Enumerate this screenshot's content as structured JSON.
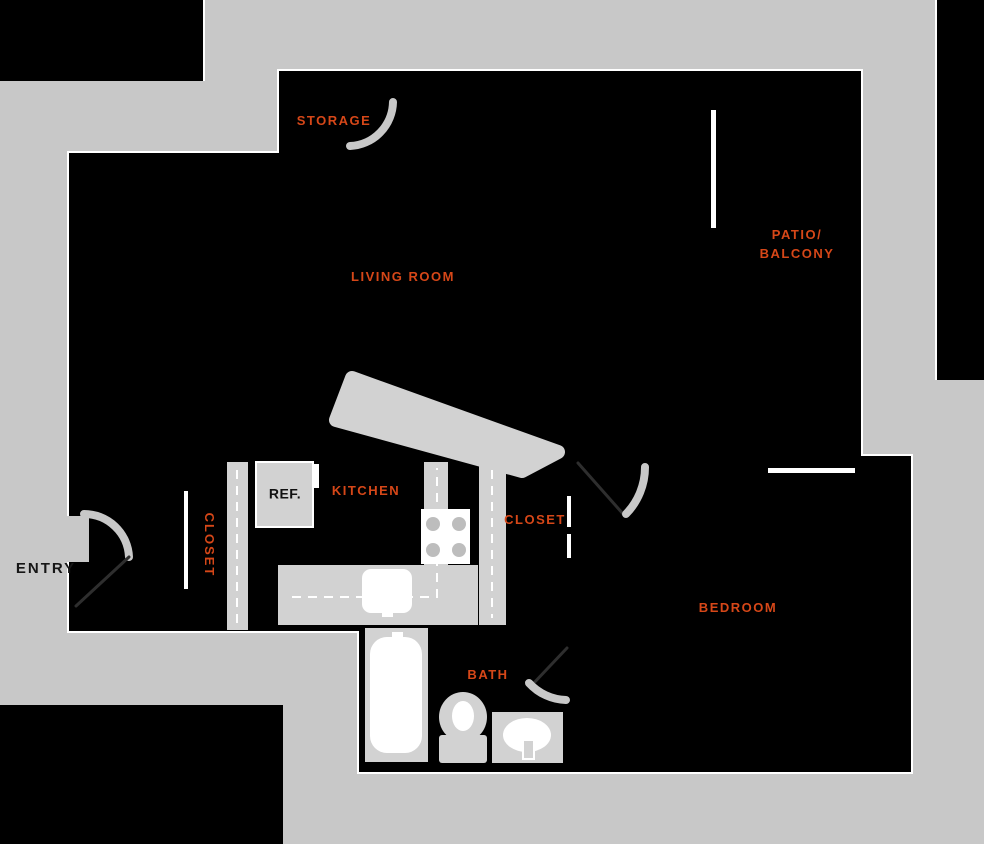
{
  "plan": {
    "rooms": {
      "storage": "STORAGE",
      "living_room": "LIVING ROOM",
      "patio_line1": "PATIO/",
      "patio_line2": "BALCONY",
      "kitchen": "KITCHEN",
      "closet": "CLOSET",
      "entry_closet": "CLOSET",
      "bedroom": "BEDROOM",
      "bath": "BATH"
    },
    "annotations": {
      "entry": "ENTRY",
      "refrigerator": "REF."
    }
  },
  "colors": {
    "background": "#c8c8c8",
    "walls_floor": "#000000",
    "fixtures": "#d2d2d2",
    "room_label": "#d64718",
    "outline": "#ffffff"
  }
}
